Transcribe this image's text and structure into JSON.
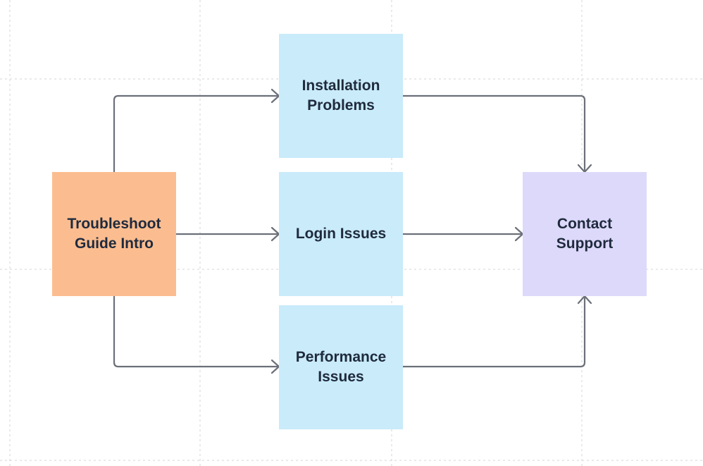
{
  "colors": {
    "background": "#ffffff",
    "grid": "#d6d6d6",
    "connector": "#6b7079",
    "intro_fill": "#fbbd90",
    "issue_fill": "#c9ebfa",
    "contact_fill": "#ddd9fb",
    "text": "#1f2a3d"
  },
  "nodes": {
    "intro": {
      "label": "Troubleshoot\nGuide Intro"
    },
    "installation": {
      "label": "Installation\nProblems"
    },
    "login": {
      "label": "Login Issues"
    },
    "performance": {
      "label": "Performance\nIssues"
    },
    "contact": {
      "label": "Contact\nSupport"
    }
  },
  "edges": [
    {
      "from": "intro",
      "to": "installation"
    },
    {
      "from": "intro",
      "to": "login"
    },
    {
      "from": "intro",
      "to": "performance"
    },
    {
      "from": "installation",
      "to": "contact"
    },
    {
      "from": "login",
      "to": "contact"
    },
    {
      "from": "performance",
      "to": "contact"
    }
  ]
}
